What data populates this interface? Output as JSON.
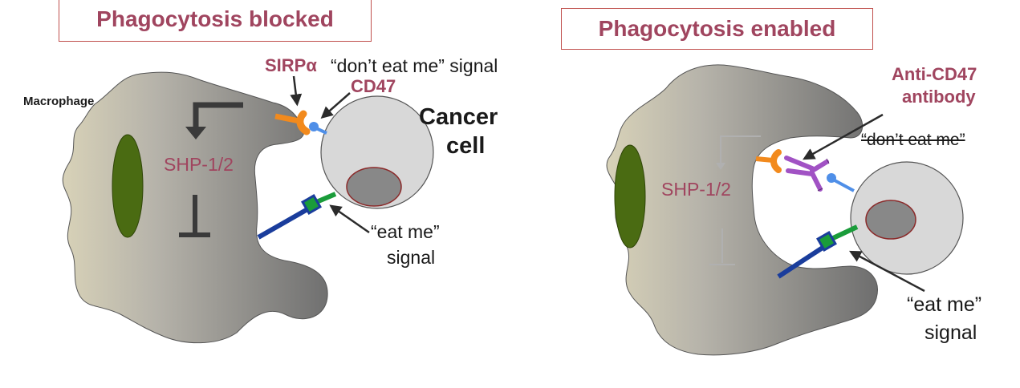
{
  "left_panel": {
    "title": "Phagocytosis blocked",
    "macrophage_label": "Macrophage",
    "sirpa_label": "SIRPα",
    "dont_eat_me_label": "“don’t eat me” signal",
    "cd47_label": "CD47",
    "cancer_cell_label_line1": "Cancer",
    "cancer_cell_label_line2": "cell",
    "shp_label": "SHP-1/2",
    "eat_me_line1": "“eat me”",
    "eat_me_line2": "signal"
  },
  "right_panel": {
    "title": "Phagocytosis enabled",
    "antibody_label_line1": "Anti-CD47",
    "antibody_label_line2": "antibody",
    "dont_eat_me_struck": "“don’t eat me”",
    "shp_label": "SHP-1/2",
    "eat_me_line1": "“eat me”",
    "eat_me_line2": "signal"
  },
  "colors": {
    "title_text": "#a0455f",
    "title_border": "#c0504d",
    "sirpa_receptor": "#f28a1d",
    "cd47": "#4f8fe8",
    "antibody": "#a152c4",
    "eat_me_ligand": "#1a9c3a",
    "eat_me_receptor": "#1a3d9c",
    "nucleus": "#4a6b12"
  }
}
